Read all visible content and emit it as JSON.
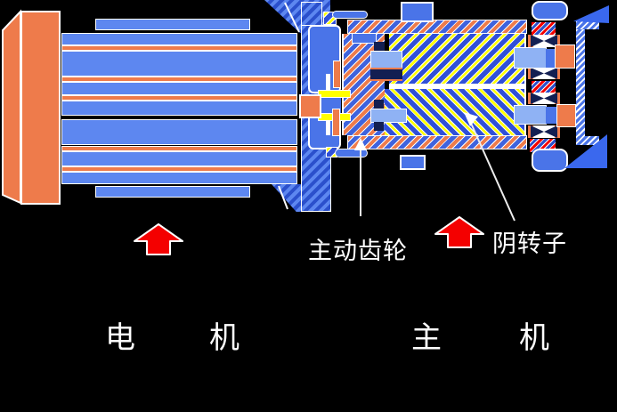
{
  "diagram": {
    "callouts": [
      {
        "label": "主动齿轮"
      },
      {
        "label": "阴转子"
      }
    ],
    "section_labels": [
      {
        "label": "电机"
      },
      {
        "label": "主机"
      }
    ],
    "icons": {
      "motor_pointer": "red-up-arrow",
      "main_unit_pointer": "red-up-arrow"
    },
    "colors": {
      "background": "#000000",
      "blue": "#5d87f0",
      "deep_blue": "#4a74e8",
      "orange": "#ee7b4b",
      "light_blue": "#8fb2f4",
      "navy": "#131f52",
      "yellow": "#ffff00",
      "red": "#f40000",
      "white": "#ffffff",
      "label_text": "#ffffff"
    }
  }
}
